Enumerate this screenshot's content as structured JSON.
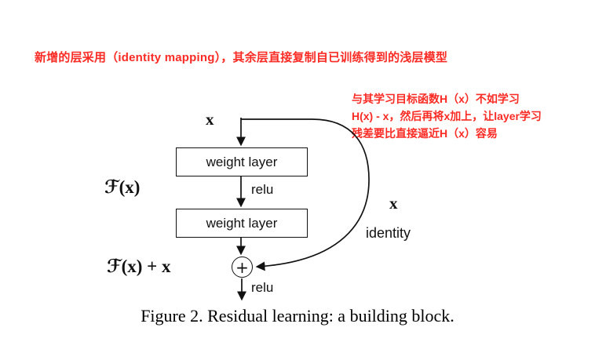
{
  "colors": {
    "note-red": "#fb2b24",
    "ink": "#111111",
    "background": "#ffffff"
  },
  "annotations": {
    "top_note": "新增的层采用（identity mapping），其余层直接复制自已训练得到的浅层模型",
    "side_note_lines": [
      "与其学习目标函数H（x）不如学习",
      "H(x) - x，然后再将x加上，让layer学习",
      "残差要比直接逼近H（x）容易"
    ]
  },
  "diagram": {
    "input_label": "x",
    "weight_layer_1": "weight layer",
    "weight_layer_2": "weight layer",
    "relu_1": "relu",
    "relu_2": "relu",
    "residual_label": "ℱ(x)",
    "output_label": "ℱ(x) + x",
    "skip_x_label": "x",
    "skip_identity_label": "identity",
    "plus_symbol": "+"
  },
  "caption": "Figure 2. Residual learning: a building block."
}
